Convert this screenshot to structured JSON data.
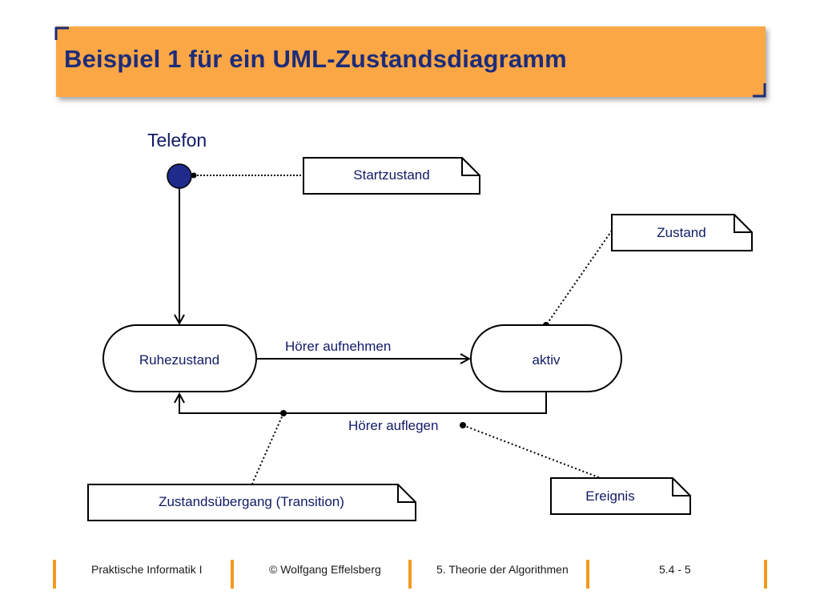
{
  "slide": {
    "title": "Beispiel 1 für ein UML-Zustandsdiagramm",
    "accent_color": "#fba746",
    "title_color": "#1d2c7a"
  },
  "diagram": {
    "name": "Telefon",
    "states": {
      "idle": "Ruhezustand",
      "active": "aktiv"
    },
    "transitions": {
      "pick_up": "Hörer aufnehmen",
      "hang_up": "Hörer auflegen"
    },
    "notes": {
      "start_state": "Startzustand",
      "state": "Zustand",
      "transition": "Zustandsübergang (Transition)",
      "event": "Ereignis"
    }
  },
  "footer": {
    "course": "Praktische Informatik I",
    "author": "© Wolfgang Effelsberg",
    "chapter": "5. Theorie der Algorithmen",
    "page": "5.4 - 5"
  }
}
